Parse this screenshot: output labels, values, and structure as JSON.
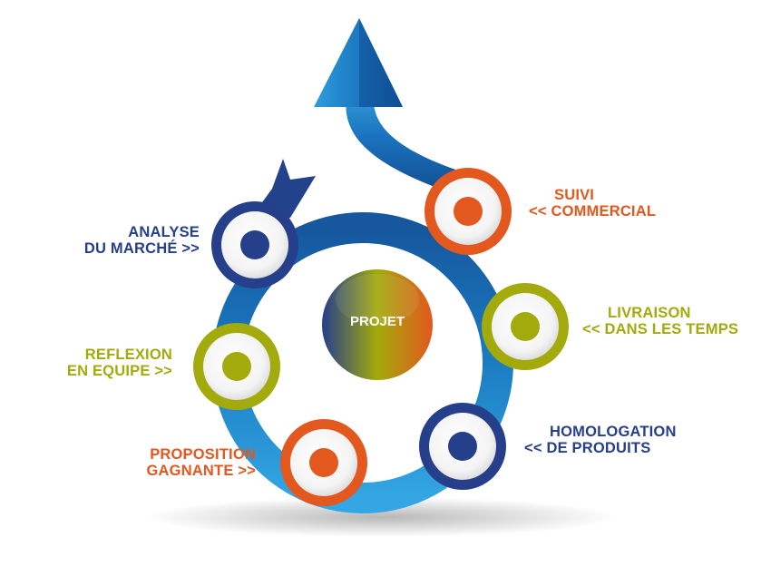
{
  "center": {
    "label": "PROJET"
  },
  "stages": [
    {
      "line1": "ANALYSE",
      "line2": "DU MARCHÉ >>",
      "color": "#263f8a"
    },
    {
      "line1": "REFLEXION",
      "line2": "EN EQUIPE >>",
      "color": "#a3aa0b"
    },
    {
      "line1": "PROPOSITION",
      "line2": "GAGNANTE >>",
      "color": "#e2581e"
    },
    {
      "line1": "HOMOLOGATION",
      "line2": "<< DE PRODUITS",
      "color": "#263f8a"
    },
    {
      "line1": "LIVRAISON",
      "line2": "<< DANS LES TEMPS",
      "color": "#a3aa0b"
    },
    {
      "line1": "SUIVI",
      "line2": "<< COMMERCIAL",
      "color": "#e2581e"
    }
  ],
  "colors": {
    "navy": "#263f8a",
    "orange": "#e2581e",
    "olive": "#a3aa0b",
    "blue": "#1a73b8",
    "light_blue": "#2a9ddc"
  }
}
